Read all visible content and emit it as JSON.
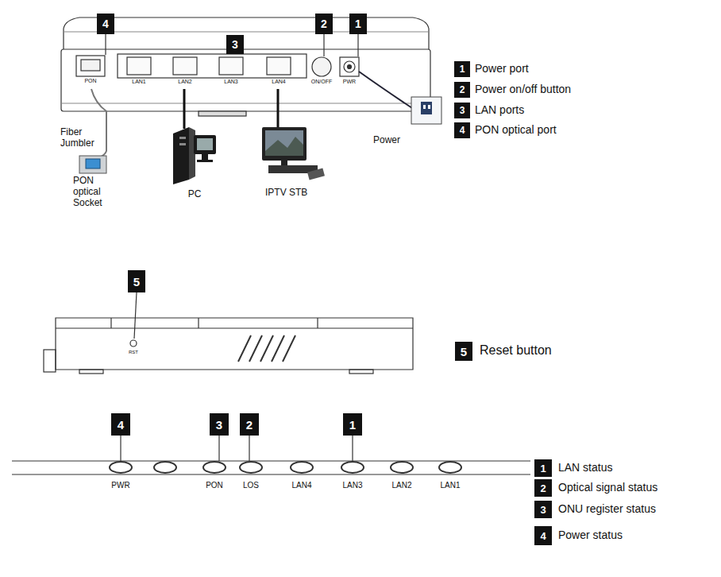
{
  "diagram": {
    "nodes": [
      {
        "text": [
          "4"
        ]
      },
      {
        "text": [
          "3"
        ]
      },
      {
        "text": [
          "2"
        ]
      },
      {
        "text": [
          "1"
        ]
      },
      {
        "text": [
          "1"
        ]
      },
      {
        "text": [
          "2"
        ]
      },
      {
        "text": [
          "3"
        ]
      },
      {
        "text": [
          "4"
        ]
      },
      {
        "text": [
          "5"
        ]
      },
      {
        "text": [
          "5"
        ]
      },
      {
        "text": [
          "4"
        ]
      },
      {
        "text": [
          "3"
        ]
      },
      {
        "text": [
          "2"
        ]
      },
      {
        "text": [
          "1"
        ]
      },
      {
        "text": [
          "1"
        ]
      },
      {
        "text": [
          "2"
        ]
      },
      {
        "text": [
          "3"
        ]
      },
      {
        "text": [
          "4"
        ]
      }
    ],
    "labels": [
      "PON",
      "LAN1",
      "LAN2",
      "LAN3",
      "LAN4",
      "ON/OFF",
      "PWR",
      "Fiber Jumbler",
      "PON optical Socket",
      "PC",
      "IPTV STB",
      "Power",
      "Power port",
      "Power on/off button",
      "LAN ports",
      "PON optical port",
      "RST",
      "Reset button",
      "PWR",
      "PON",
      "LOS",
      "LAN4",
      "LAN3",
      "LAN2",
      "LAN1",
      "LAN status",
      "Optical signal status",
      "ONU register status",
      "Power status"
    ]
  }
}
